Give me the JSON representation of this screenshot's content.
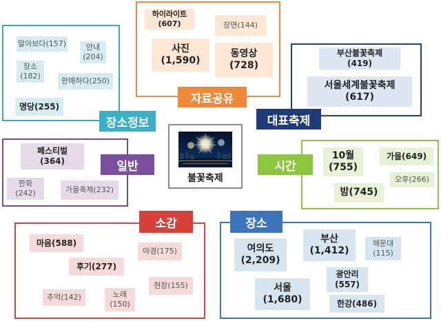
{
  "center": {
    "title": "불꽃축제"
  },
  "groups": {
    "jaryo": {
      "title": "자료공유",
      "border": "#f08a3a",
      "header": "#f0883a",
      "items": [
        {
          "label": "하이라이트",
          "value": "(607)"
        },
        {
          "label": "장면",
          "value": "(144)"
        },
        {
          "label": "사진",
          "value": "(1,590)"
        },
        {
          "label": "동영상",
          "value": "(728)"
        }
      ]
    },
    "jangso_info": {
      "title": "장소정보",
      "border": "#3aa8c1",
      "header": "#3bb0c9",
      "items": [
        {
          "label": "알아보다",
          "value": "(157)"
        },
        {
          "label": "안내",
          "value": "(204)"
        },
        {
          "label": "장소",
          "value": "(182)"
        },
        {
          "label": "판매하다",
          "value": "(250)"
        },
        {
          "label": "명당",
          "value": "(255)"
        }
      ]
    },
    "daepyo": {
      "title": "대표축제",
      "border": "#1f3f7a",
      "header": "#1f3c78",
      "items": [
        {
          "label": "부산불꽃축제",
          "value": "(419)"
        },
        {
          "label": "서울세계불꽃축제",
          "value": "(617)"
        }
      ]
    },
    "ilban": {
      "title": "일반",
      "border": "#7a4a9a",
      "header": "#7b4f9d",
      "items": [
        {
          "label": "페스티벌",
          "value": "(364)"
        },
        {
          "label": "한화",
          "value": "(242)"
        },
        {
          "label": "가을축제",
          "value": "(232)"
        }
      ]
    },
    "sigan": {
      "title": "시간",
      "border": "#8dc43f",
      "header": "#8cc63e",
      "items": [
        {
          "label": "10월",
          "value": "(755)"
        },
        {
          "label": "가을",
          "value": "(649)"
        },
        {
          "label": "오후",
          "value": "(266)"
        },
        {
          "label": "밤",
          "value": "(745)"
        }
      ]
    },
    "sogam": {
      "title": "소감",
      "border": "#d9433a",
      "header": "#d6423a",
      "items": [
        {
          "label": "마음",
          "value": "(588)"
        },
        {
          "label": "야경",
          "value": "(175)"
        },
        {
          "label": "후기",
          "value": "(277)"
        },
        {
          "label": "현장",
          "value": "(155)"
        },
        {
          "label": "추억",
          "value": "(142)"
        },
        {
          "label": "노래",
          "value": "(150)"
        }
      ]
    },
    "jangso": {
      "title": "장소",
      "border": "#3f73b8",
      "header": "#3e74b9",
      "items": [
        {
          "label": "여의도",
          "value": "(2,209)"
        },
        {
          "label": "부산",
          "value": "(1,412)"
        },
        {
          "label": "해운대",
          "value": "(115)"
        },
        {
          "label": "광안리",
          "value": "(557)"
        },
        {
          "label": "서울",
          "value": "(1,680)"
        },
        {
          "label": "한강",
          "value": "(486)"
        }
      ]
    }
  }
}
